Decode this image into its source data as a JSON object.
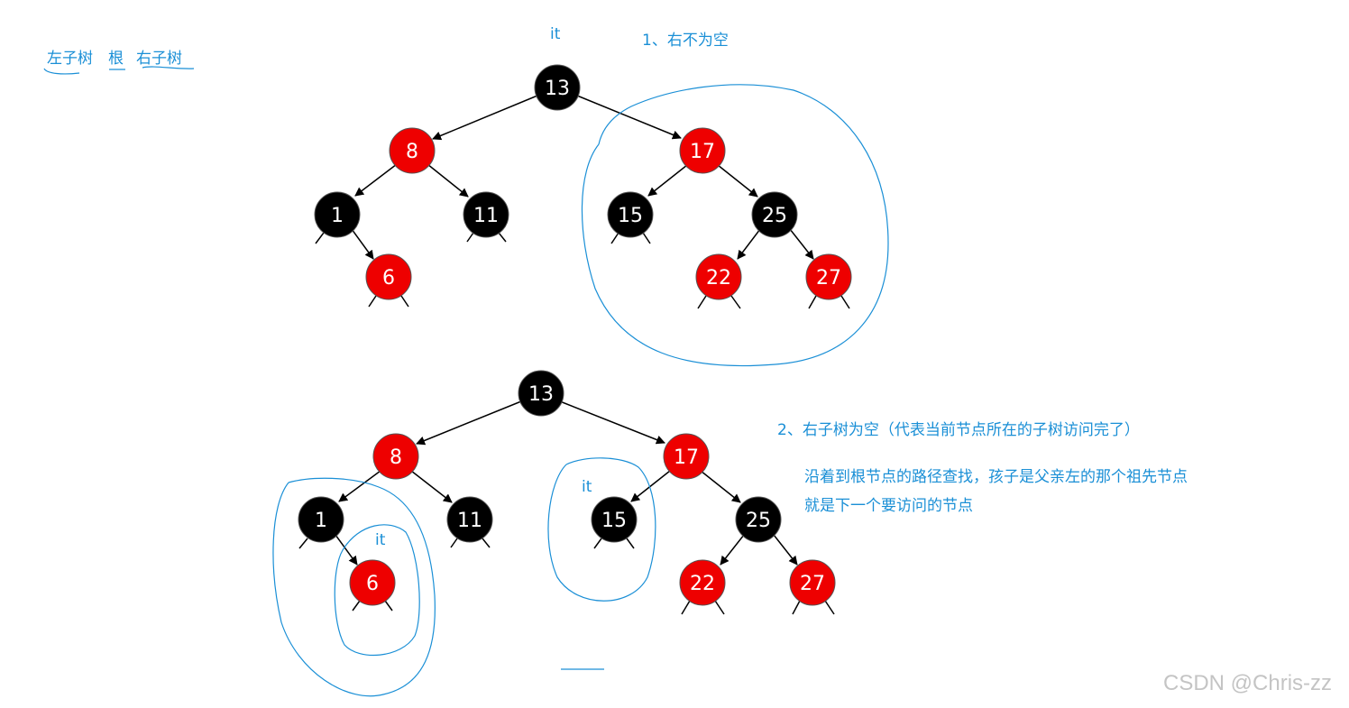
{
  "colors": {
    "red_node": "#ee0000",
    "black_node": "#000000",
    "annotation": "#1a8fd6",
    "watermark": "#c4c4c4"
  },
  "notes": {
    "traversal_order": [
      "左子树",
      "根",
      "右子树"
    ],
    "it_top": "it",
    "case1": "1、右不为空",
    "case2": "2、右子树为空（代表当前节点所在的子树访问完了）",
    "case2_line1": "沿着到根节点的路径查找，孩子是父亲左的那个祖先节点",
    "case2_line2": "就是下一个要访问的节点",
    "it_six": "it",
    "it_fifteen": "it"
  },
  "trees": [
    {
      "nodes": [
        {
          "id": "n13",
          "label": "13",
          "color": "black"
        },
        {
          "id": "n8",
          "label": "8",
          "color": "red"
        },
        {
          "id": "n17",
          "label": "17",
          "color": "red"
        },
        {
          "id": "n1",
          "label": "1",
          "color": "black"
        },
        {
          "id": "n11",
          "label": "11",
          "color": "black"
        },
        {
          "id": "n15",
          "label": "15",
          "color": "black"
        },
        {
          "id": "n25",
          "label": "25",
          "color": "black"
        },
        {
          "id": "n6",
          "label": "6",
          "color": "red"
        },
        {
          "id": "n22",
          "label": "22",
          "color": "red"
        },
        {
          "id": "n27",
          "label": "27",
          "color": "red"
        }
      ]
    },
    {
      "nodes": [
        {
          "id": "n13",
          "label": "13",
          "color": "black"
        },
        {
          "id": "n8",
          "label": "8",
          "color": "red"
        },
        {
          "id": "n17",
          "label": "17",
          "color": "red"
        },
        {
          "id": "n1",
          "label": "1",
          "color": "black"
        },
        {
          "id": "n11",
          "label": "11",
          "color": "black"
        },
        {
          "id": "n15",
          "label": "15",
          "color": "black"
        },
        {
          "id": "n25",
          "label": "25",
          "color": "black"
        },
        {
          "id": "n6",
          "label": "6",
          "color": "red"
        },
        {
          "id": "n22",
          "label": "22",
          "color": "red"
        },
        {
          "id": "n27",
          "label": "27",
          "color": "red"
        }
      ]
    }
  ],
  "watermark": "CSDN @Chris-zz"
}
